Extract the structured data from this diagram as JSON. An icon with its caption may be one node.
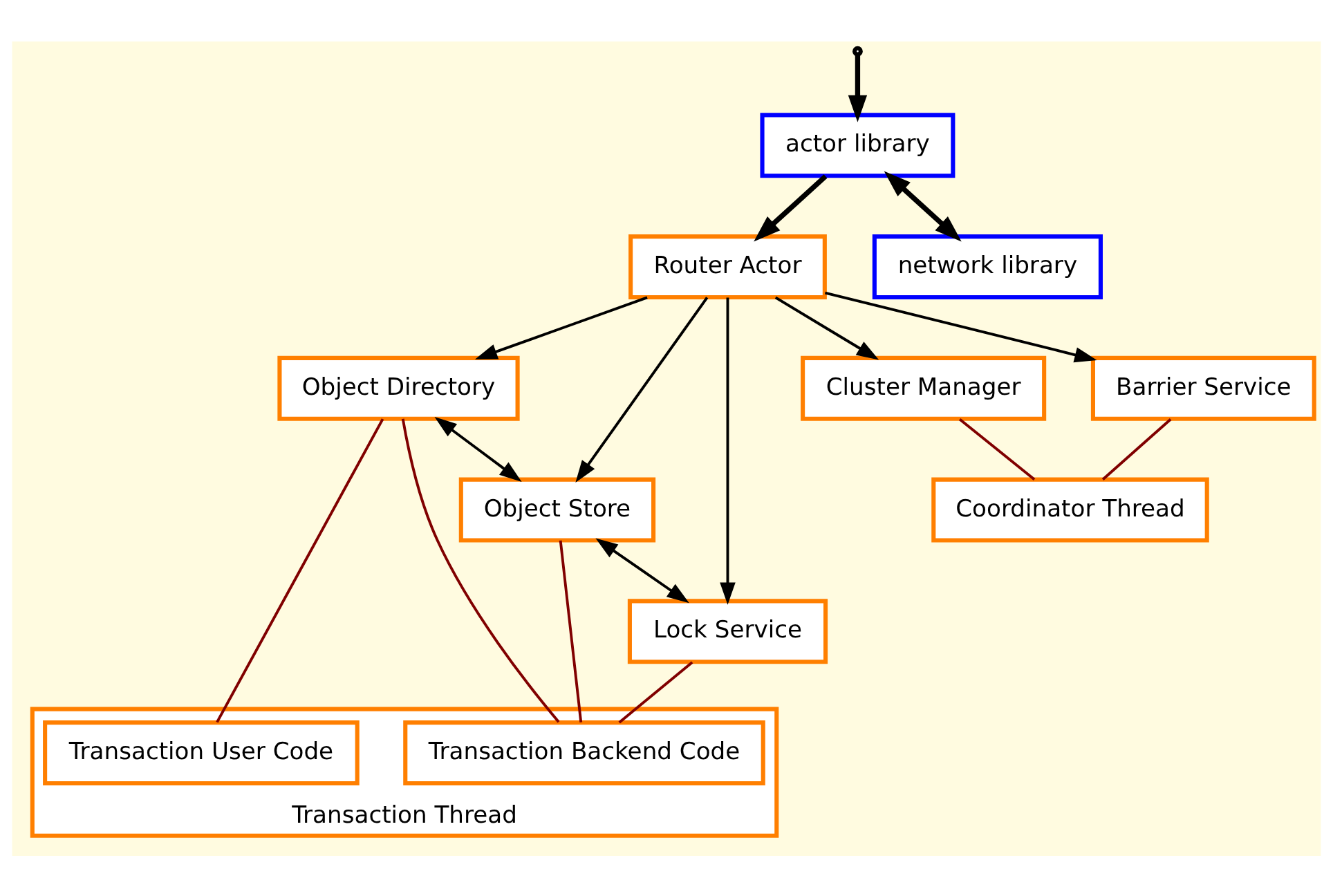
{
  "diagram": {
    "nodes": [
      {
        "text": [
          "Router Actor"
        ]
      },
      {
        "text": [
          "Object Directory"
        ]
      },
      {
        "text": [
          "Object Store"
        ]
      },
      {
        "text": [
          "Lock Service"
        ]
      },
      {
        "text": [
          "Barrier Service"
        ]
      },
      {
        "text": [
          "Cluster Manager"
        ]
      },
      {
        "text": [
          "Transaction Thread"
        ]
      },
      {
        "text": [
          "Transaction User Code"
        ],
        "in": 6
      },
      {
        "text": [
          "Transaction Backend Code"
        ],
        "in": 6
      },
      {
        "text": [
          "Coordinator Thread"
        ]
      },
      {
        "text": [
          "actor library"
        ]
      },
      {
        "text": [
          "network library"
        ]
      }
    ],
    "edges": [
      {
        "from": 0,
        "to": 1,
        "arrow": "to"
      },
      {
        "from": 0,
        "to": 2,
        "arrow": "to"
      },
      {
        "from": 0,
        "to": 3,
        "arrow": "to"
      },
      {
        "from": 0,
        "to": 4,
        "arrow": "to"
      },
      {
        "from": 0,
        "to": 5,
        "arrow": "to"
      },
      {
        "from": 1,
        "to": 2,
        "arrow": "both"
      },
      {
        "from": 2,
        "to": 3,
        "arrow": "both"
      },
      {
        "from": 1,
        "to": 7,
        "arrow": "none",
        "color": "#800000"
      },
      {
        "from": 1,
        "to": 8,
        "arrow": "none",
        "color": "#800000"
      },
      {
        "from": 2,
        "to": 8,
        "arrow": "none",
        "color": "#800000"
      },
      {
        "from": 3,
        "to": 8,
        "arrow": "none",
        "color": "#800000"
      },
      {
        "from": 4,
        "to": 9,
        "arrow": "none",
        "color": "#800000"
      },
      {
        "from": 5,
        "to": 9,
        "arrow": "none",
        "color": "#800000"
      },
      {
        "from": null,
        "to": 10,
        "arrow": "to",
        "style": "thick"
      },
      {
        "from": 10,
        "to": 0,
        "arrow": "to",
        "style": "thick"
      },
      {
        "from": 10,
        "to": 11,
        "arrow": "both",
        "style": "thick"
      }
    ]
  }
}
